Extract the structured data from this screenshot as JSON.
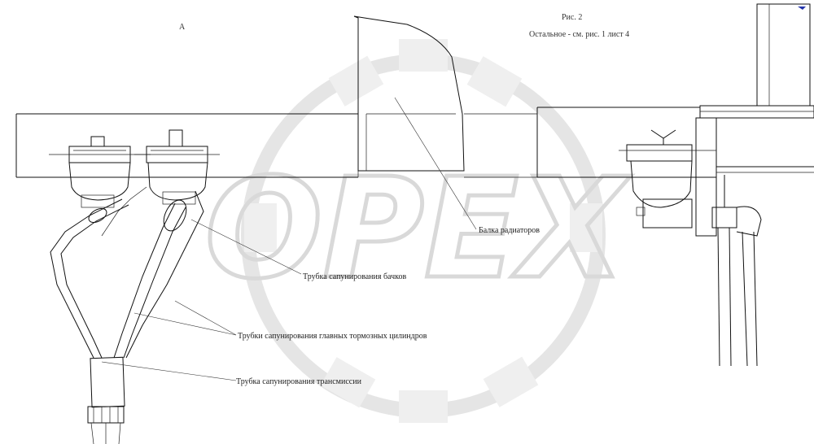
{
  "view_letter": "А",
  "figure_title": "Рис. 2",
  "figure_note": "Остальное - см. рис. 1 лист 4",
  "watermark": "OPEX",
  "labels": {
    "tanks_bracket": "Балка радиаторов",
    "tank_vent_tube": "Трубка сапунирования бачков",
    "master_cyl_vent_tubes": "Трубки сапунирования главных тормозных цилиндров",
    "transmission_vent_tube": "Трубка сапунирования трансмиссии"
  },
  "colors": {
    "watermark": "#dcdcdc",
    "lines": "#111111"
  }
}
